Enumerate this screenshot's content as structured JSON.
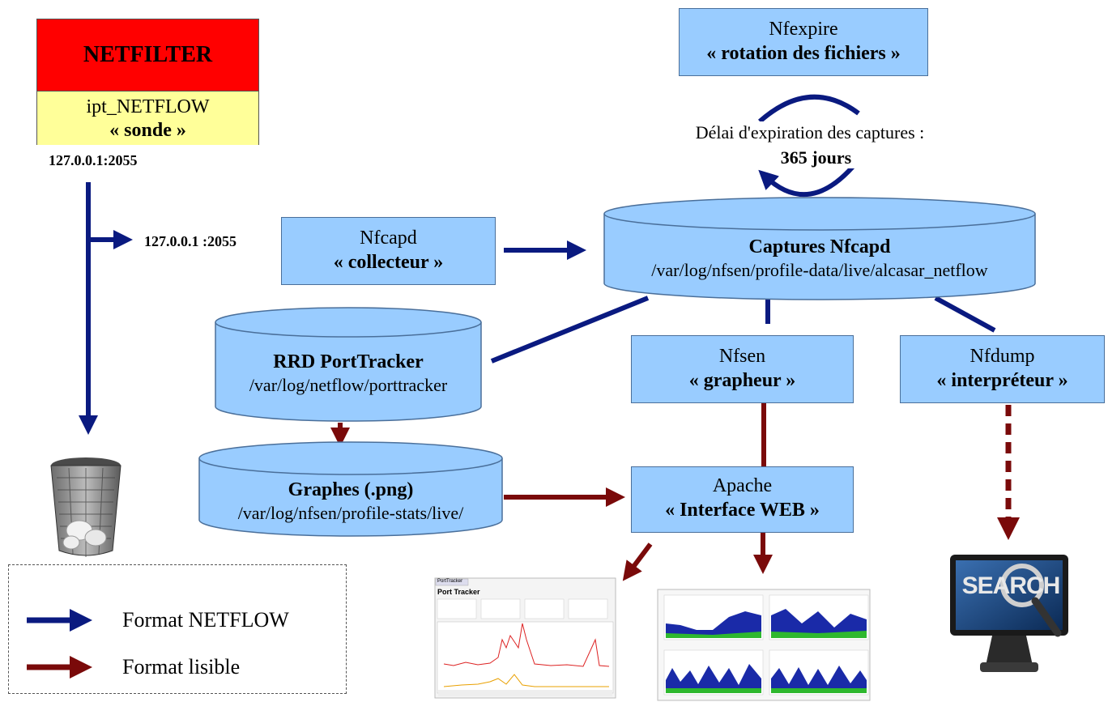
{
  "netfilter": {
    "title": "NETFILTER",
    "module": "ipt_NETFLOW",
    "role": "« sonde »",
    "address": "127.0.0.1:2055"
  },
  "branch_address": "127.0.0.1 :2055",
  "nfexpire": {
    "title": "Nfexpire",
    "role": "« rotation des fichiers »"
  },
  "expiration": {
    "label": "Délai d'expiration des captures :",
    "value": "365 jours"
  },
  "nfcapd": {
    "title": "Nfcapd",
    "role": "« collecteur »"
  },
  "captures": {
    "title": "Captures Nfcapd",
    "path": "/var/log/nfsen/profile-data/live/alcasar_netflow"
  },
  "rrd": {
    "title": "RRD PortTracker",
    "path": "/var/log/netflow/porttracker"
  },
  "graphes": {
    "title": "Graphes (.png)",
    "path": "/var/log/nfsen/profile-stats/live/"
  },
  "nfsen": {
    "title": "Nfsen",
    "role": "« grapheur »"
  },
  "nfdump": {
    "title": "Nfdump",
    "role": "« interpréteur »"
  },
  "apache": {
    "title": "Apache",
    "role": "« Interface WEB »"
  },
  "porttracker_thumb": {
    "title": "Port Tracker",
    "tab": "PortTracker"
  },
  "search_icon": {
    "text": "SEARCH"
  },
  "legend": {
    "netflow": "Format NETFLOW",
    "lisible": "Format lisible"
  },
  "colors": {
    "netflow": "#0a1a80",
    "lisible": "#7a0a0a",
    "box": "#99ccff",
    "netfilter_red": "#ff0000",
    "netfilter_yellow": "#ffff99"
  }
}
